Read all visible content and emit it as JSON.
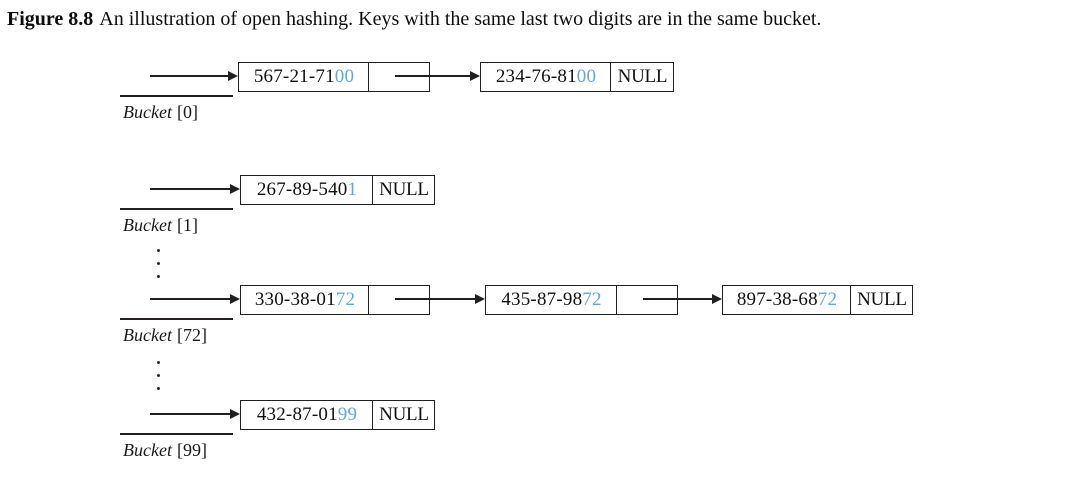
{
  "caption": {
    "label": "Figure 8.8",
    "text": "An illustration of open hashing. Keys with the same last two digits are in the same bucket."
  },
  "colors": {
    "suffix_highlight": "#5FA9D8",
    "line": "#231f20",
    "background": "#ffffff"
  },
  "null_label": "NULL",
  "buckets": [
    {
      "name": "Bucket",
      "index": "[0]",
      "nodes": [
        {
          "prefix": "567-21-71",
          "suffix": "00",
          "next": "pointer"
        },
        {
          "prefix": "234-76-81",
          "suffix": "00",
          "next": "NULL"
        }
      ]
    },
    {
      "name": "Bucket",
      "index": "[1]",
      "nodes": [
        {
          "prefix": "267-89-540",
          "suffix": "1",
          "next": "NULL"
        }
      ]
    },
    {
      "name": "Bucket",
      "index": "[72]",
      "nodes": [
        {
          "prefix": "330-38-01",
          "suffix": "72",
          "next": "pointer"
        },
        {
          "prefix": "435-87-98",
          "suffix": "72",
          "next": "pointer"
        },
        {
          "prefix": "897-38-68",
          "suffix": "72",
          "next": "NULL"
        }
      ]
    },
    {
      "name": "Bucket",
      "index": "[99]",
      "nodes": [
        {
          "prefix": "432-87-01",
          "suffix": "99",
          "next": "NULL"
        }
      ]
    }
  ]
}
